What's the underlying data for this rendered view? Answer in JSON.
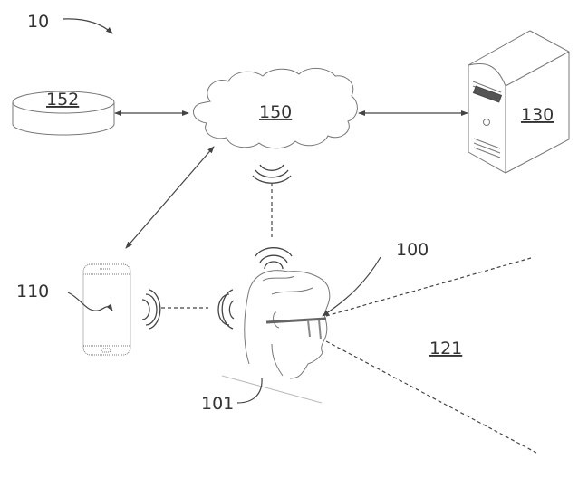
{
  "figure": {
    "system_label": "10",
    "nodes": {
      "database": {
        "label": "152",
        "underlined": true
      },
      "cloud": {
        "label": "150",
        "underlined": true
      },
      "server": {
        "label": "130",
        "underlined": true
      },
      "phone": {
        "label": "110",
        "underlined": false
      },
      "glasses": {
        "label": "100",
        "underlined": false
      },
      "user": {
        "label": "101",
        "underlined": false
      },
      "field_of_view": {
        "label": "121",
        "underlined": true
      }
    },
    "connections": [
      {
        "from": "database",
        "to": "cloud",
        "style": "solid-bidirectional"
      },
      {
        "from": "cloud",
        "to": "server",
        "style": "solid-bidirectional"
      },
      {
        "from": "cloud",
        "to": "phone",
        "style": "solid-bidirectional"
      },
      {
        "from": "cloud",
        "to": "glasses",
        "style": "dashed-wireless"
      },
      {
        "from": "phone",
        "to": "glasses",
        "style": "dashed-wireless"
      }
    ]
  }
}
